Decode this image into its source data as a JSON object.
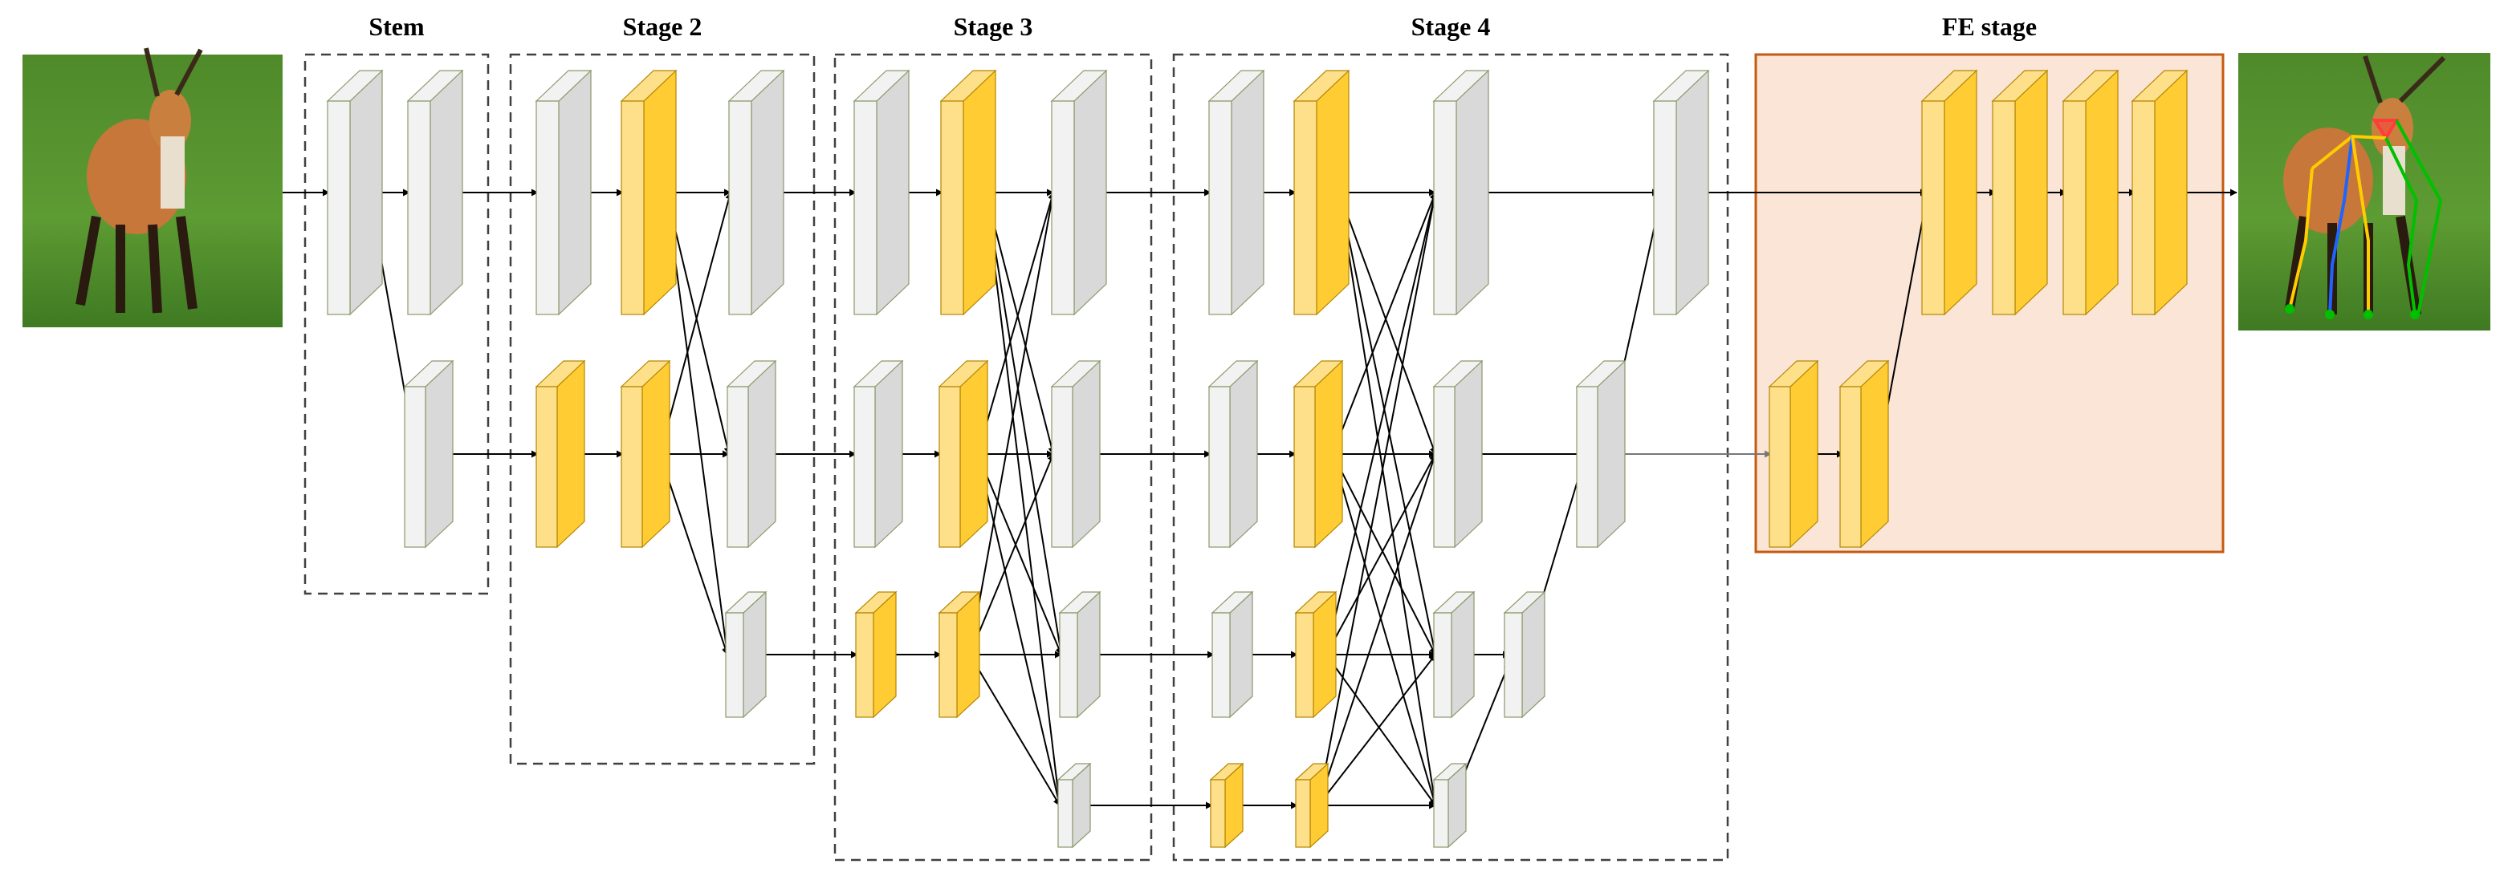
{
  "stages": [
    {
      "id": "stem",
      "title": "Stem"
    },
    {
      "id": "stage2",
      "title": "Stage 2"
    },
    {
      "id": "stage3",
      "title": "Stage 3"
    },
    {
      "id": "stage4",
      "title": "Stage 4"
    },
    {
      "id": "fe",
      "title": "FE stage"
    }
  ],
  "images": {
    "input": {
      "name": "input-photo",
      "description": "antelope"
    },
    "output": {
      "name": "output-photo",
      "description": "antelope with predicted pose keypoints"
    }
  },
  "colors": {
    "gray_block": "#d9d9d9",
    "gray_front": "#f2f2f2",
    "yellow_block": "#ffcc33",
    "yellow_front": "#ffe08a",
    "fe_background": "#fbe5d6",
    "fe_border": "#c55a11",
    "dashed_border": "#404040",
    "keypoints_skeleton": [
      "#ff3b3b",
      "#00c000",
      "#1e64ff",
      "#ffcc00"
    ]
  }
}
